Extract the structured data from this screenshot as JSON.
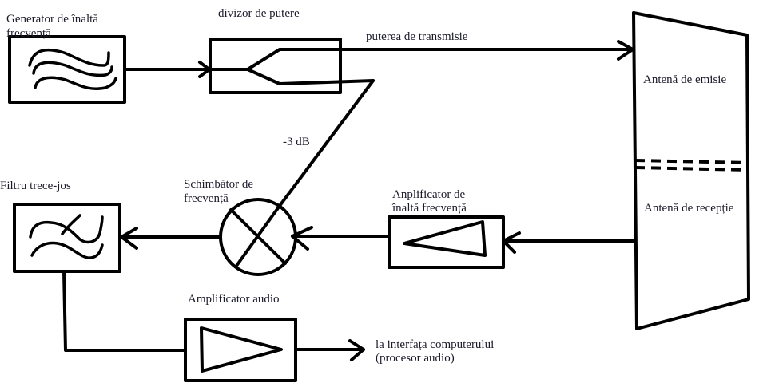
{
  "diagram": {
    "blocks": {
      "generator": {
        "label_line1": "Generator de înaltă",
        "label_line2": "frecvență"
      },
      "power_divider": {
        "label": "divizor de putere"
      },
      "transmit_antenna": {
        "label": "Antenă de emisie"
      },
      "receive_antenna": {
        "label": "Antenă de recepție"
      },
      "rf_amplifier": {
        "label_line1": "Anplificator de",
        "label_line2": "înaltă frecvență"
      },
      "mixer": {
        "label_line1": "Schimbător de",
        "label_line2": "frecvență"
      },
      "low_pass_filter": {
        "label": "Filtru trece-jos"
      },
      "audio_amplifier": {
        "label": "Amplificator audio"
      }
    },
    "signals": {
      "transmit_power": "puterea de transmisie",
      "attenuation": "-3 dB",
      "output_line1": "la interfața computerului",
      "output_line2": "(procesor audio)"
    },
    "colors": {
      "stroke": "#000000",
      "text": "#1a1a2a",
      "background": "#ffffff"
    }
  }
}
